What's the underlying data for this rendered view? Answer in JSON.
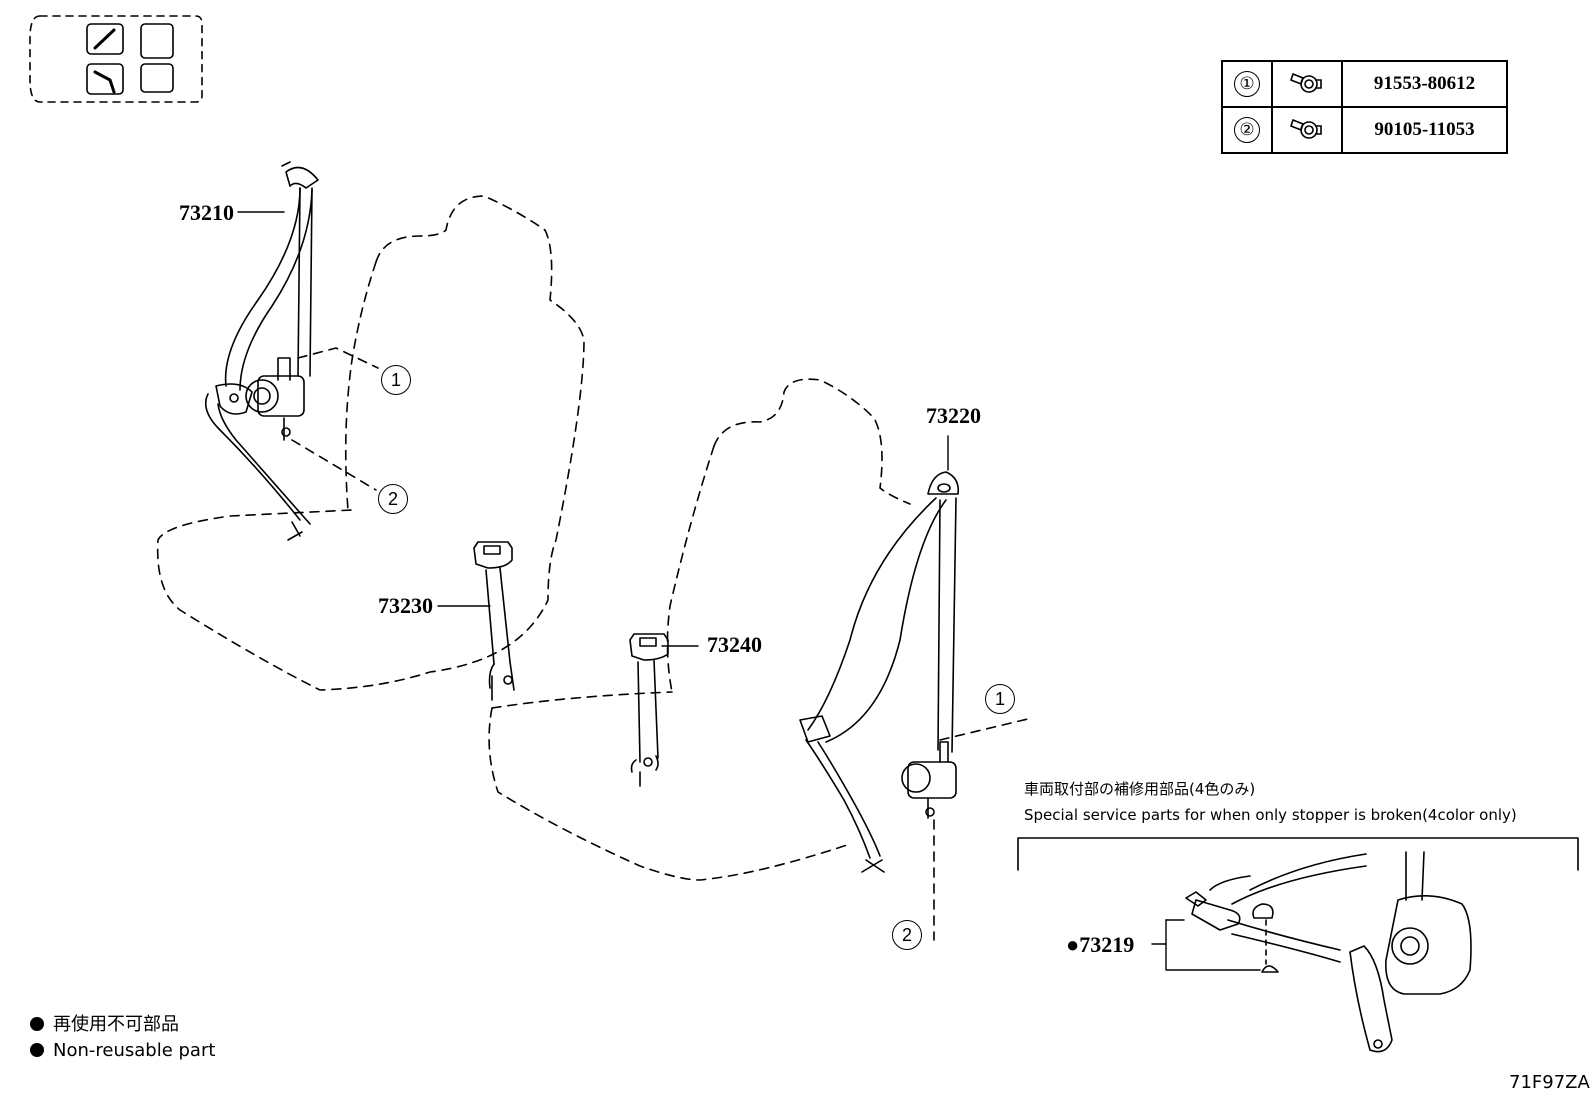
{
  "fastener_table": [
    {
      "ref": "①",
      "icon": "bolt-icon",
      "part_no": "91553-80612"
    },
    {
      "ref": "②",
      "icon": "bolt-icon",
      "part_no": "90105-11053"
    }
  ],
  "callouts": {
    "p73210": "73210",
    "p73220": "73220",
    "p73230": "73230",
    "p73240": "73240",
    "p73219": "●73219"
  },
  "markers": {
    "m1a": "1",
    "m2a": "2",
    "m1b": "1",
    "m2b": "2"
  },
  "service_note": {
    "jp": "車両取付部の補修用部品(4色のみ)",
    "en": "Special service parts for when only stopper is broken(4color only)"
  },
  "legend": {
    "jp": "再使用不可部品",
    "en": "Non-reusable part"
  },
  "figure_code": "71F97ZA"
}
